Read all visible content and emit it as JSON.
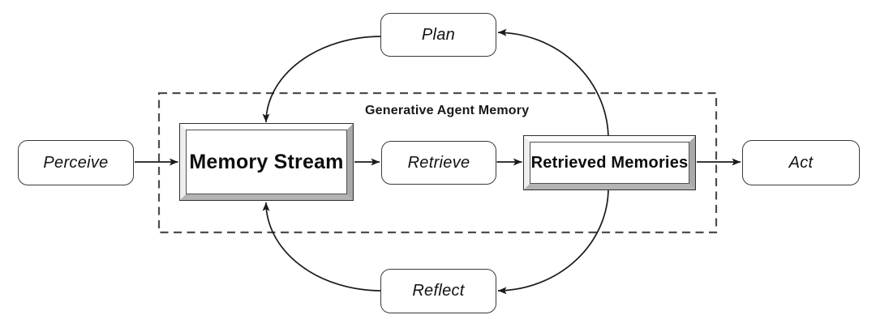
{
  "diagram": {
    "region_label": "Generative Agent Memory",
    "nodes": {
      "perceive": {
        "label": "Perceive"
      },
      "plan": {
        "label": "Plan"
      },
      "memory_stream": {
        "label": "Memory Stream"
      },
      "retrieve": {
        "label": "Retrieve"
      },
      "retrieved_memories": {
        "label": "Retrieved Memories"
      },
      "act": {
        "label": "Act"
      },
      "reflect": {
        "label": "Reflect"
      }
    },
    "edges": [
      {
        "from": "Perceive",
        "to": "Memory Stream",
        "style": "straight-arrow"
      },
      {
        "from": "Memory Stream",
        "to": "Retrieve",
        "style": "straight-arrow"
      },
      {
        "from": "Retrieve",
        "to": "Retrieved Memories",
        "style": "straight-arrow"
      },
      {
        "from": "Retrieved Memories",
        "to": "Act",
        "style": "straight-arrow"
      },
      {
        "from": "Plan",
        "to": "Memory Stream",
        "style": "curved-arrow"
      },
      {
        "from": "Retrieved Memories",
        "to": "Plan",
        "style": "curved-arrow"
      },
      {
        "from": "Reflect",
        "to": "Memory Stream",
        "style": "curved-arrow"
      },
      {
        "from": "Retrieved Memories",
        "to": "Reflect",
        "style": "curved-arrow"
      }
    ],
    "colors": {
      "background": "#ffffff",
      "line": "#1a1a1a",
      "dashed_border": "#4d4d4d",
      "node_border": "#3a3a3a",
      "bevel_light": "#fdfdfd",
      "bevel_dark": "#a9a9a9",
      "text": "#111111"
    }
  }
}
